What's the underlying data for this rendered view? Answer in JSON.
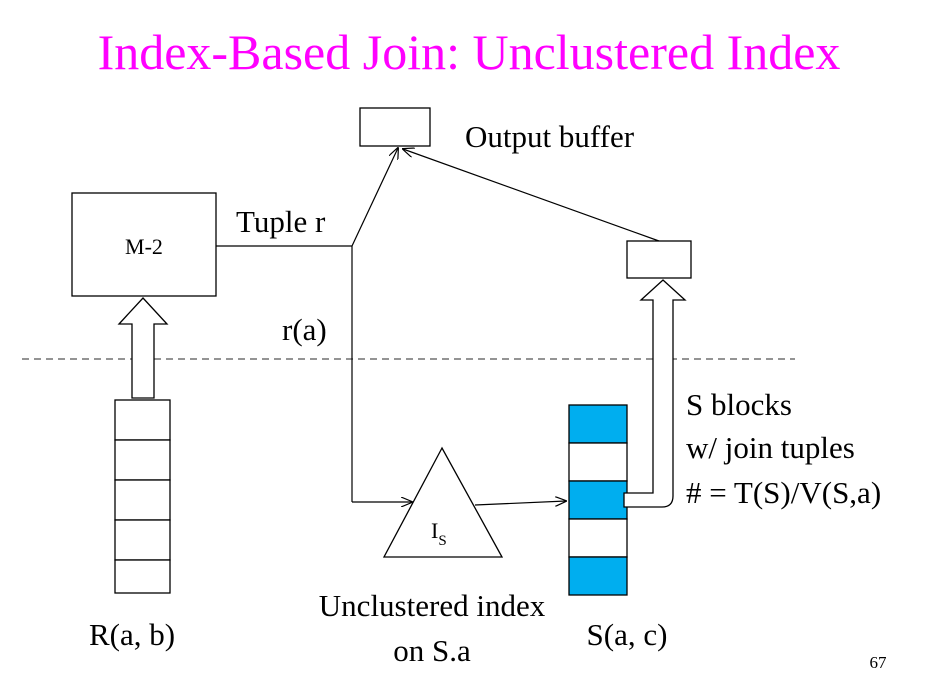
{
  "slide": {
    "title": "Index-Based Join: Unclustered Index",
    "page_number": "67"
  },
  "diagram": {
    "memory_label": "M-2",
    "tuple_label": "Tuple r",
    "key_label": "r(a)",
    "output_label": "Output buffer",
    "index_label": "I",
    "index_subscript": "S",
    "index_caption_line1": "Unclustered index",
    "index_caption_line2": "on S.a",
    "relation_r_label": "R(a, b)",
    "relation_s_label": "S(a, c)",
    "s_blocks_line1": "S blocks",
    "s_blocks_line2": "w/ join tuples",
    "s_blocks_line3": "# = T(S)/V(S,a)",
    "highlight_color": "#00aeef",
    "title_color": "#ff00ff"
  }
}
